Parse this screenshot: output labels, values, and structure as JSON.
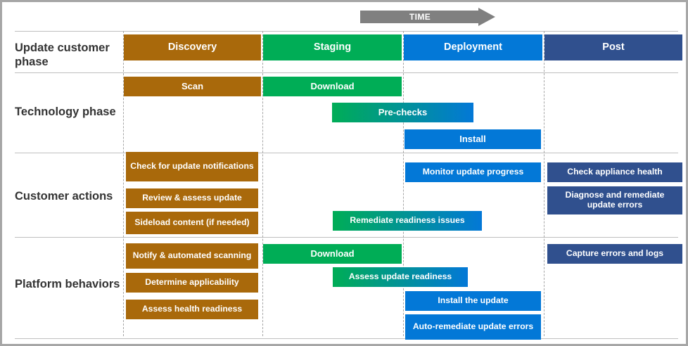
{
  "diagram": {
    "timeline": {
      "label": "TIME",
      "arrow_icon": "right-arrow-icon",
      "color": "#808080"
    },
    "colors": {
      "discovery": "#a9690b",
      "staging": "#00ad56",
      "deployment": "#0378d7",
      "post": "#30508e",
      "gradient_green_blue": "linear-gradient(to right,#00ad56,#0378d7)",
      "grid": "#bfbfbf",
      "frame": "#a6a6a6",
      "label_text": "#333333"
    },
    "columns": [
      {
        "key": "discovery",
        "label": "Discovery"
      },
      {
        "key": "staging",
        "label": "Staging"
      },
      {
        "key": "deployment",
        "label": "Deployment"
      },
      {
        "key": "post",
        "label": "Post"
      }
    ],
    "rows": [
      {
        "key": "update_customer_phase",
        "label": "Update customer phase"
      },
      {
        "key": "technology_phase",
        "label": "Technology phase"
      },
      {
        "key": "customer_actions",
        "label": "Customer actions"
      },
      {
        "key": "platform_behaviors",
        "label": "Platform behaviors"
      }
    ],
    "bars": {
      "phase_headers": [
        {
          "label": "Discovery",
          "color": "discovery"
        },
        {
          "label": "Staging",
          "color": "staging"
        },
        {
          "label": "Deployment",
          "color": "deployment"
        },
        {
          "label": "Post",
          "color": "post"
        }
      ],
      "technology_phase": [
        {
          "label": "Scan",
          "color": "discovery"
        },
        {
          "label": "Download",
          "color": "staging"
        },
        {
          "label": "Pre-checks",
          "color": "gradient"
        },
        {
          "label": "Install",
          "color": "deployment"
        }
      ],
      "customer_actions": [
        {
          "label": "Check for update notifications",
          "color": "discovery"
        },
        {
          "label": "Review & assess update",
          "color": "discovery"
        },
        {
          "label": "Sideload content (if needed)",
          "color": "discovery"
        },
        {
          "label": "Remediate readiness issues",
          "color": "gradient"
        },
        {
          "label": "Monitor update progress",
          "color": "deployment"
        },
        {
          "label": "Check appliance health",
          "color": "post"
        },
        {
          "label": "Diagnose and remediate update errors",
          "color": "post"
        }
      ],
      "platform_behaviors": [
        {
          "label": "Notify & automated scanning",
          "color": "discovery"
        },
        {
          "label": "Determine applicability",
          "color": "discovery"
        },
        {
          "label": "Assess health readiness",
          "color": "discovery"
        },
        {
          "label": "Download",
          "color": "staging"
        },
        {
          "label": "Assess update readiness",
          "color": "gradient"
        },
        {
          "label": "Install  the update",
          "color": "deployment"
        },
        {
          "label": "Auto-remediate update errors",
          "color": "deployment"
        },
        {
          "label": "Capture errors and logs",
          "color": "post"
        }
      ]
    }
  }
}
